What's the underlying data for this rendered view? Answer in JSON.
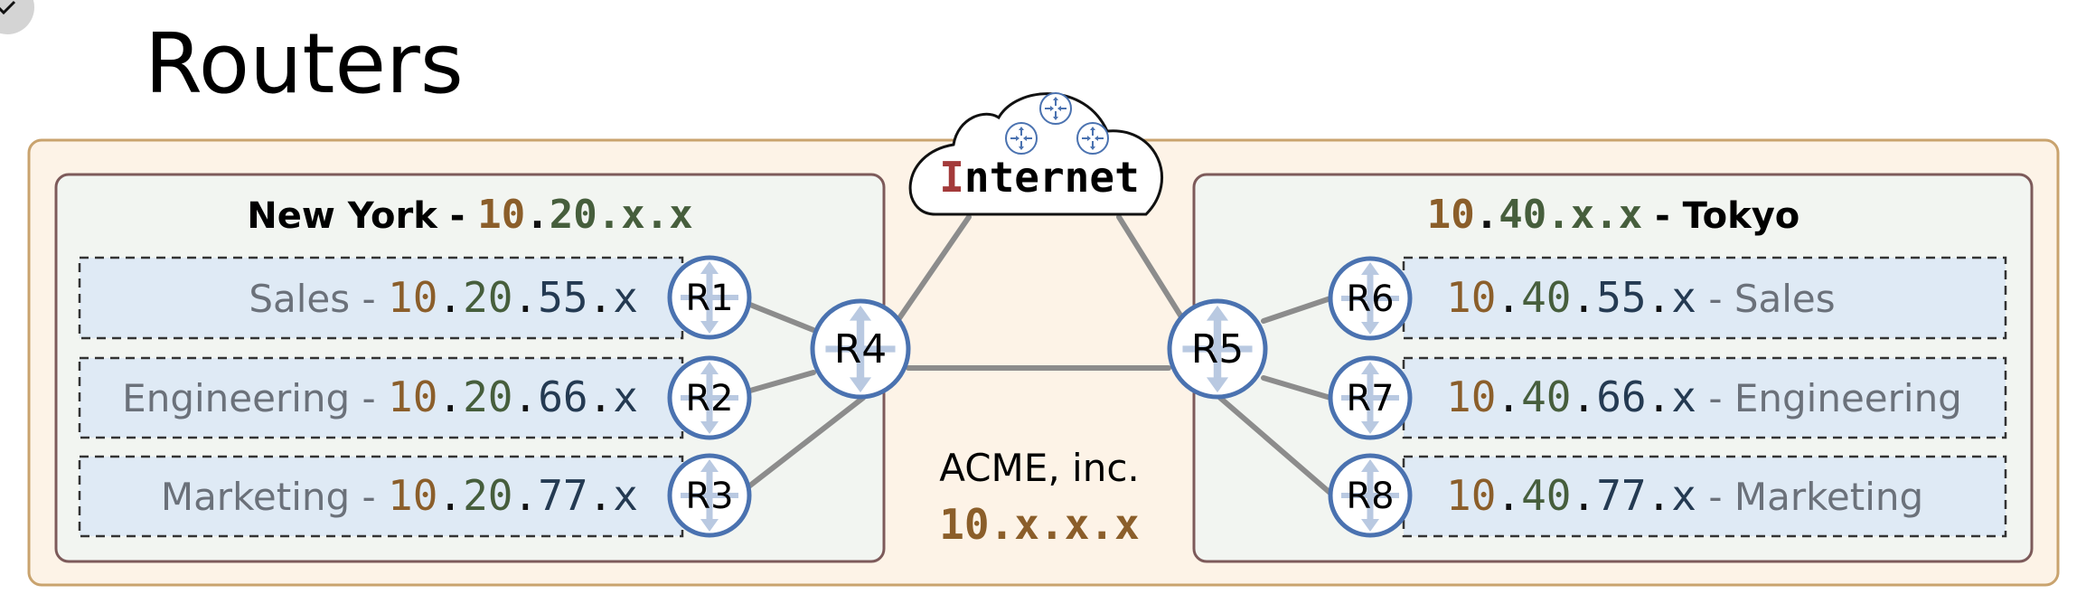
{
  "title": "Routers",
  "colors": {
    "octet1": "#8b5e2a",
    "octet2": "#465e3c",
    "octet3": "#243a52",
    "router_stroke": "#4a72b0",
    "link": "#8c8c8c",
    "internet_first_letter": "#a33a3a"
  },
  "status_badge": {
    "icon": "checkmark-icon"
  },
  "organization": {
    "name": "ACME, inc.",
    "network": "10.x.x.x"
  },
  "internet": {
    "first_letter": "I",
    "rest": "nternet",
    "icons": [
      "router-icon",
      "router-icon",
      "router-icon"
    ]
  },
  "sites": {
    "new_york": {
      "name": "New York",
      "separator": " - ",
      "network": {
        "o1": "10",
        "d1": ".",
        "o2": "20",
        "rest": ".x.x"
      },
      "gateway": "R4",
      "subnets": [
        {
          "dept": "Sales",
          "sep": " - ",
          "o1": "10",
          "d1": ".",
          "o2": "20",
          "d2": ".",
          "o3": "55",
          "d3": ".",
          "o4": "x",
          "router": "R1"
        },
        {
          "dept": "Engineering",
          "sep": " - ",
          "o1": "10",
          "d1": ".",
          "o2": "20",
          "d2": ".",
          "o3": "66",
          "d3": ".",
          "o4": "x",
          "router": "R2"
        },
        {
          "dept": "Marketing",
          "sep": " - ",
          "o1": "10",
          "d1": ".",
          "o2": "20",
          "d2": ".",
          "o3": "77",
          "d3": ".",
          "o4": "x",
          "router": "R3"
        }
      ]
    },
    "tokyo": {
      "name": "Tokyo",
      "separator": " - ",
      "network": {
        "o1": "10",
        "d1": ".",
        "o2": "40",
        "rest": ".x.x"
      },
      "gateway": "R5",
      "subnets": [
        {
          "dept": "Sales",
          "sep": " - ",
          "o1": "10",
          "d1": ".",
          "o2": "40",
          "d2": ".",
          "o3": "55",
          "d3": ".",
          "o4": "x",
          "router": "R6"
        },
        {
          "dept": "Engineering",
          "sep": " - ",
          "o1": "10",
          "d1": ".",
          "o2": "40",
          "d2": ".",
          "o3": "66",
          "d3": ".",
          "o4": "x",
          "router": "R7"
        },
        {
          "dept": "Marketing",
          "sep": " - ",
          "o1": "10",
          "d1": ".",
          "o2": "40",
          "d2": ".",
          "o3": "77",
          "d3": ".",
          "o4": "x",
          "router": "R8"
        }
      ]
    }
  },
  "links": [
    [
      "R1",
      "R4"
    ],
    [
      "R2",
      "R4"
    ],
    [
      "R3",
      "R4"
    ],
    [
      "R4",
      "Internet"
    ],
    [
      "R5",
      "Internet"
    ],
    [
      "R4",
      "R5"
    ],
    [
      "R5",
      "R6"
    ],
    [
      "R5",
      "R7"
    ],
    [
      "R5",
      "R8"
    ]
  ]
}
